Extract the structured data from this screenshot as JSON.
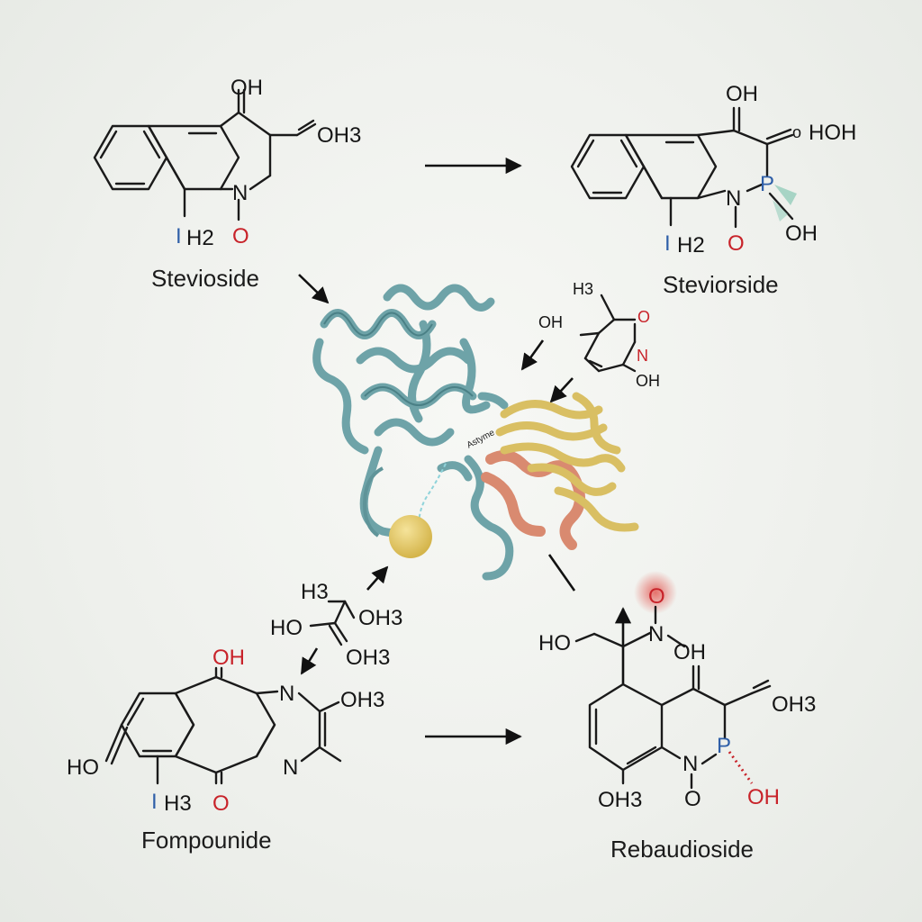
{
  "labels": {
    "stevioside": "Stevioside",
    "steviorside": "Steviorside",
    "fompounide": "Fompounide",
    "rebaudioside": "Rebaudioside",
    "enzyme": "Astyme"
  },
  "atoms": {
    "tl_oh": "OH",
    "tl_oh3": "OH3",
    "tl_n": "N",
    "tl_o": "O",
    "tl_i": "I",
    "tl_h2": "H2",
    "tr_oh": "OH",
    "tr_hoh": "HOH",
    "tr_p": "P",
    "tr_n": "N",
    "tr_o": "O",
    "tr_i": "I",
    "tr_h2": "H2",
    "tr_oh2": "OH",
    "m_h3": "H3",
    "m_oh": "OH",
    "m_o": "O",
    "m_n": "N",
    "m_oh2": "OH",
    "bm_h3": "H3",
    "bm_ho": "HO",
    "bm_oh3a": "OH3",
    "bm_oh3b": "OH3",
    "bl_oh": "OH",
    "bl_n1": "N",
    "bl_oh3": "OH3",
    "bl_ho": "HO",
    "bl_n2": "N",
    "bl_i": "I",
    "bl_h3": "H3",
    "bl_o": "O",
    "br_o": "O",
    "br_ho": "HO",
    "br_n": "N",
    "br_oh": "OH",
    "br_oh3": "OH3",
    "br_p": "P",
    "br_n2": "N",
    "br_o2": "O",
    "br_oh2": "OH",
    "br_oh3b": "OH3"
  },
  "colors": {
    "enzyme_teal": "#6ea3a8",
    "enzyme_gold": "#d9bf63",
    "enzyme_salmon": "#d98a70",
    "oxygen_red": "#c8232a",
    "iodine_blue": "#2f5fa8"
  }
}
